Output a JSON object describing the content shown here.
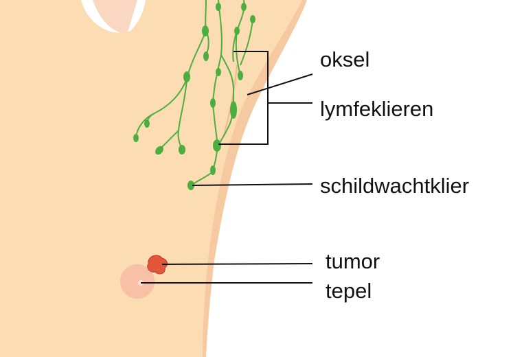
{
  "labels": {
    "axilla": "oksel",
    "lymph_nodes": "lymfeklieren",
    "sentinel_node": "schildwachtklier",
    "tumor": "tumor",
    "nipple": "tepel"
  },
  "colors": {
    "skin": "#fbdcb3",
    "skin_shadow": "#f6c9a0",
    "background_skin": "#fad7c0",
    "lymph_green": "#4cae3f",
    "tumor_red": "#e2573a",
    "nipple_pink": "#f8c0a6",
    "line": "#111111"
  }
}
